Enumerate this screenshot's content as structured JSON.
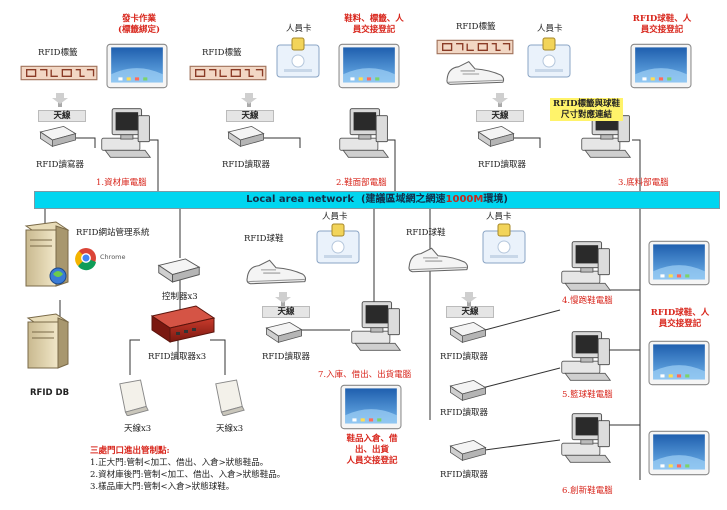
{
  "lan": {
    "name": "Local area network",
    "note": "(建議區域網之網速",
    "speed": "1000M",
    "note_end": "環境)"
  },
  "top_left": {
    "tag_label": "RFID標籤",
    "card_title": "發卡作業",
    "card_sub": "(標籤綁定)",
    "antenna": "天線",
    "reader": "RFID讀寫器",
    "pc": "1.資材庫電腦"
  },
  "top_mid": {
    "tag_label": "RFID標籤",
    "staff_card": "人員卡",
    "note_line1": "鞋料、標籤、人",
    "note_line2": "員交接登記",
    "antenna": "天線",
    "reader": "RFID讀取器",
    "pc": "2.鞋面部電腦"
  },
  "top_right": {
    "tag_label": "RFID標籤",
    "staff_card": "人員卡",
    "note_line1": "RFID球鞋、人",
    "note_line2": "員交接登記",
    "match_line1": "RFID標籤與球鞋",
    "match_line2": "尺寸對應連結",
    "antenna": "天線",
    "reader": "RFID讀取器",
    "pc": "3.底料部電腦"
  },
  "server": {
    "label": "RFID網站管理系統",
    "browser": "Chrome",
    "db": "RFID DB"
  },
  "gate": {
    "controller": "控制器x3",
    "reader": "RFID讀取器x3",
    "antenna1": "天線x3",
    "antenna2": "天線x3"
  },
  "warehouse": {
    "shoe_label": "RFID球鞋",
    "staff_card": "人員卡",
    "antenna": "天線",
    "reader": "RFID讀取器",
    "pc": "7.入庫、借出、出貨電腦",
    "note_line1": "鞋品入倉、借",
    "note_line2": "出、出貨",
    "note_line3": "人員交接登記"
  },
  "right_group": {
    "shoe_label": "RFID球鞋",
    "staff_card": "人員卡",
    "antenna": "天線",
    "reader1": "RFID讀取器",
    "reader2": "RFID讀取器",
    "reader3": "RFID讀取器",
    "pc4": "4.慢跑鞋電腦",
    "pc5": "5.籃球鞋電腦",
    "pc6": "6.創新鞋電腦",
    "note_line1": "RFID球鞋、人",
    "note_line2": "員交接登記"
  },
  "gate_note": {
    "title": "三處門口進出管制點:",
    "line1": "1.正大門:管制<加工、借出、入倉>狀態鞋品。",
    "line2": "2.資材庫後門:管制<加工、借出、入倉>狀態鞋品。",
    "line3": "3.樣品庫大門:管制<入倉>狀態球鞋。"
  },
  "colors": {
    "lan": "#00d6f0",
    "accent_red": "#d8261c",
    "note_yellow": "#fff36a"
  }
}
